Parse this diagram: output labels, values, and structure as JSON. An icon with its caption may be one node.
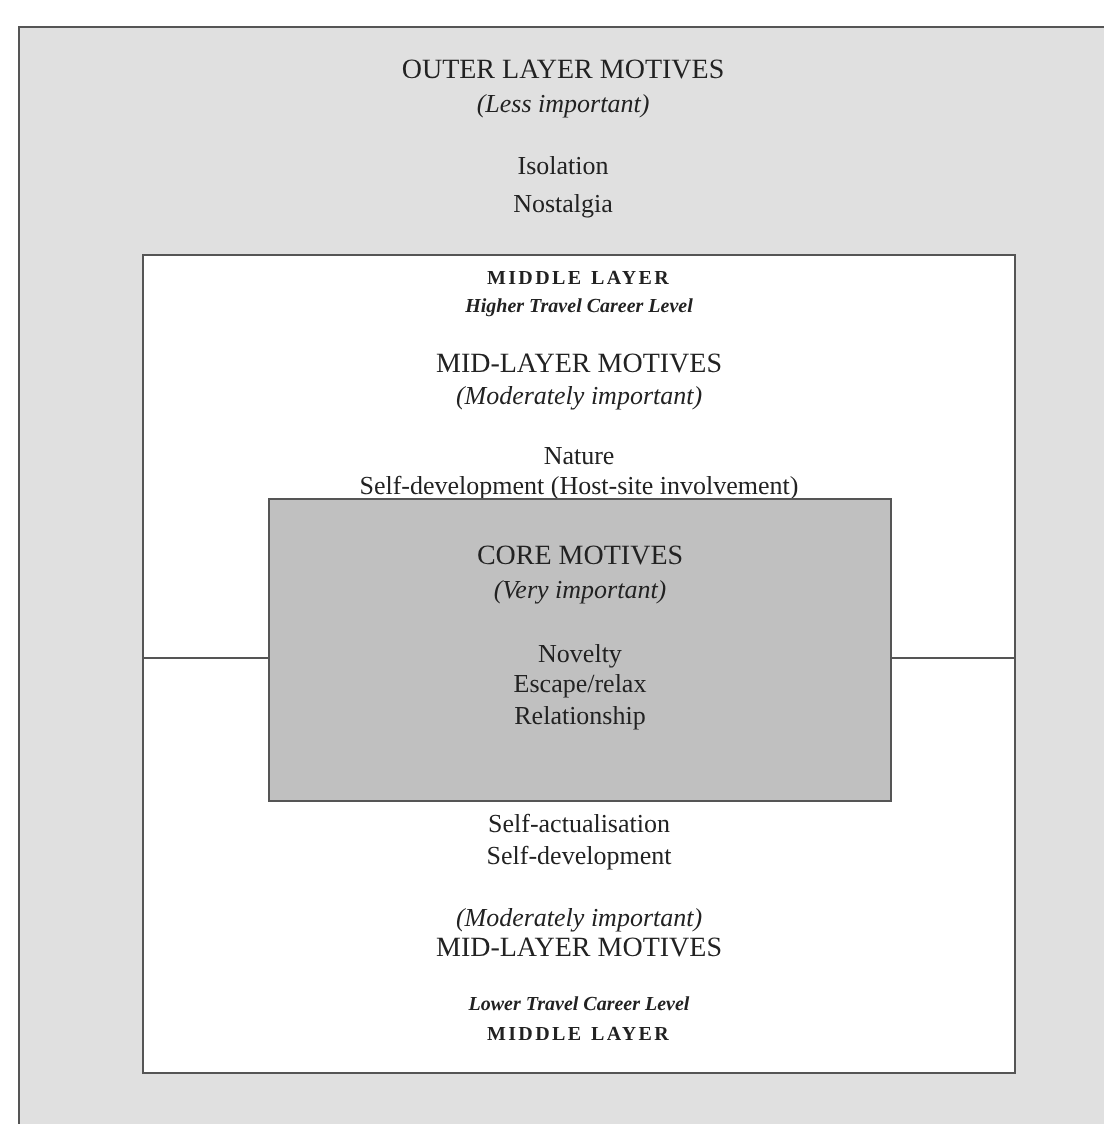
{
  "diagram": {
    "nodes": [
      {
        "text": [
          "OUTER LAYER MOTIVES",
          "(Less important)",
          "Isolation",
          "Nostalgia"
        ]
      },
      {
        "text": [
          "MIDDLE LAYER",
          "Higher Travel Career Level",
          "MID-LAYER MOTIVES",
          "(Moderately important)",
          "Nature",
          "Self-development (Host-site involvement)",
          "Self-actualisation",
          "Self-development",
          "(Moderately important)",
          "MID-LAYER MOTIVES",
          "Lower Travel Career Level",
          "MIDDLE LAYER"
        ],
        "in": 0
      },
      {
        "text": [
          "CORE MOTIVES",
          "(Very important)",
          "Novelty",
          "Escape/relax",
          "Relationship"
        ],
        "in": 1
      }
    ]
  }
}
